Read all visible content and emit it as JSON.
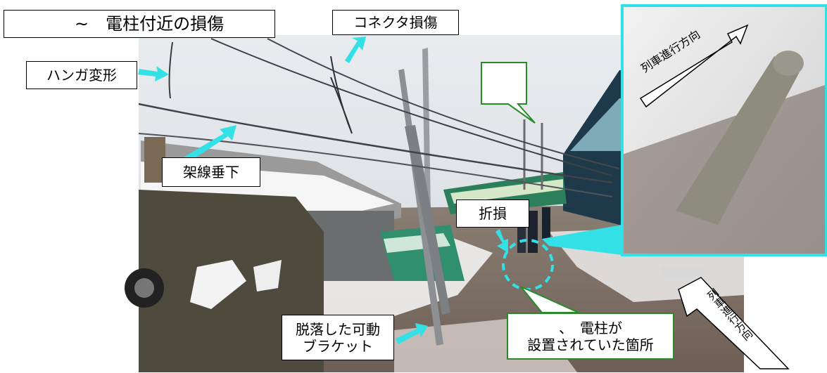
{
  "title": {
    "tilde": "~",
    "text": "電柱付近の損傷"
  },
  "labels": {
    "connector_damage": "コネクタ損傷",
    "hanger_deformation": "ハンガ変形",
    "overhead_wire_sag": "架線垂下",
    "broken": "折損",
    "dropped_bracket": "脱落した可動\nブラケット",
    "pole_site_line1": "、　電柱が",
    "pole_site_line2": "設置されていた箇所"
  },
  "inset": {
    "direction_label": "列車進行方向",
    "border_color": "#33e0e6"
  },
  "bottom_arrow_label": "列車進行方向",
  "colors": {
    "callout_arrow": "#33e0e6",
    "green_border": "#2a8a2a",
    "dashed_circle": "#33e0e6"
  }
}
